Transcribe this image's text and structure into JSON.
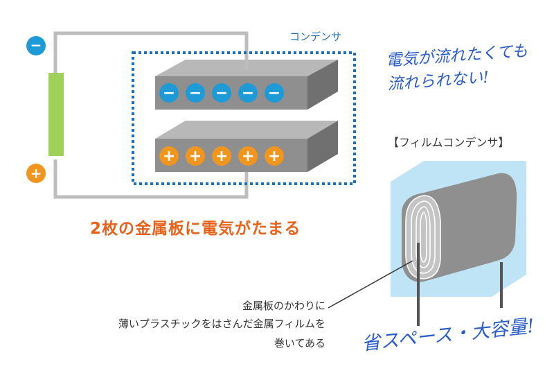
{
  "capacitor_label": "コンデンサ",
  "main_caption": "2枚の金属板に電気がたまる",
  "handwritten_note": {
    "line1": "電気が流れたくても",
    "line2": "流れられない!"
  },
  "film_capacitor": {
    "title": "【フィルムコンデンサ】",
    "description": [
      "金属板のかわりに",
      "薄いプラスチックをはさんだ金属フィルムを",
      "巻いてある"
    ],
    "tagline": "省スペース・大容量!"
  },
  "terminals": {
    "negative": "−",
    "positive": "+"
  },
  "charges": {
    "top_plate": [
      "−",
      "−",
      "−",
      "−",
      "−"
    ],
    "bottom_plate": [
      "+",
      "+",
      "+",
      "+",
      "+"
    ]
  },
  "colors": {
    "negative": "#1e9ad6",
    "positive": "#f0961e",
    "resistor": "#9fd05a",
    "dotted_border": "#1f6fb5",
    "wire": "#bdbdbd",
    "plate_face": "#8f8f8f",
    "plate_top": "#b8b8b8",
    "film_box": "#bfe4f6",
    "caption": "#e8621a",
    "handwriting": "#2a5dc8"
  }
}
